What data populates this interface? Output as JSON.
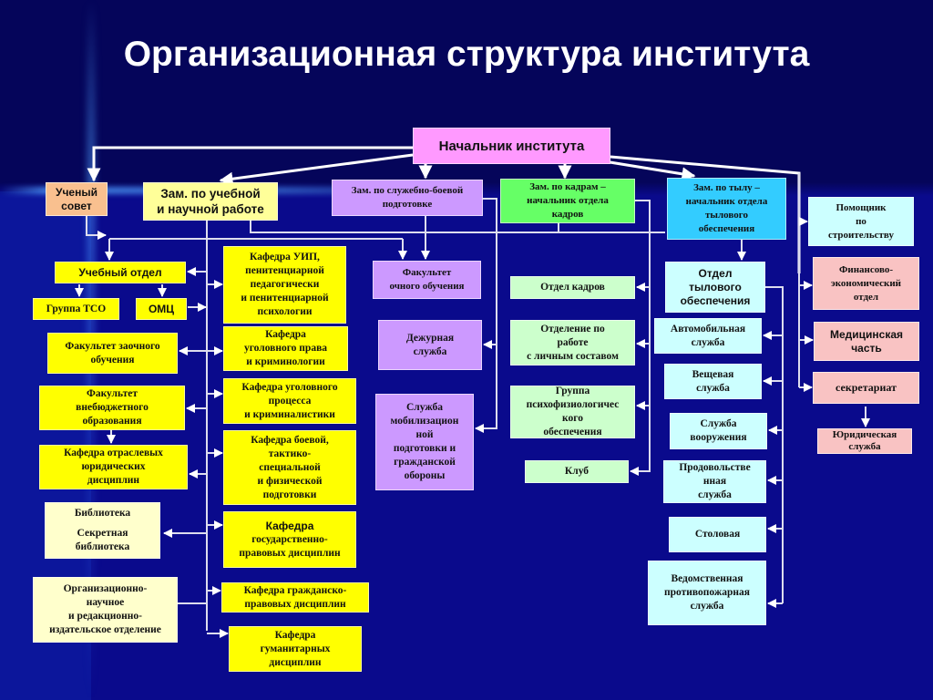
{
  "title": "Организационная структура института",
  "head": "Начальник института",
  "uchenyi_sovet": "Ученый\nсовет",
  "zam_ucheb": "Зам. по учебной\nи научной работе",
  "zam_sluzh": "Зам. по служебно-боевой\nподготовке",
  "zam_kadr": "Зам. по кадрам –\nначальник отдела\nкадров",
  "zam_tyl": "Зам. по тылу –\nначальник отдела\nтылового\nобеспечения",
  "pomoshnik": "Помощник\nпо\nстроительству",
  "fin_ekon": "Финансово-\nэкономический\nотдел",
  "med": "Медицинская\nчасть",
  "sekretariat": "секретариат",
  "yurid": "Юридическая\nслужба",
  "uchebnyi_otdel": "Учебный отдел",
  "gruppa_tso": "Группа ТСО",
  "omc": "ОМЦ",
  "fak_zaoch": "Факультет заочного\nобучения",
  "fak_vnebyudzh": "Факультет\nвнебюджетного\nобразования",
  "kaf_otrasl": "Кафедра отраслевых\nюридических\nдисциплин",
  "biblioteka": "Библиотека",
  "sekretnaya_biblioteka": "Секретная\nбиблиотека",
  "org_nauch": "Организационно-\nнаучное\nи редакционно-\nиздательское отделение",
  "kaf_uip": "Кафедра УИП,\nпенитенциарной\nпедагогически\nи пенитенциарной\nпсихологии",
  "kaf_ugol_prava": "Кафедра\nуголовного права\nи криминологии",
  "kaf_ugol_proc": "Кафедра уголовного\nпроцесса\nи криминалистики",
  "kaf_boevoi": "Кафедра боевой,\nтактико-\nспециальной\nи физической\nподготовки",
  "kaf_gos_title": "Кафедра",
  "kaf_gos": "государственно-\nправовых дисциплин",
  "kaf_grazh": "Кафедра гражданско-\nправовых  дисциплин",
  "kaf_guman": "Кафедра\nгуманитарных\nдисциплин",
  "fak_ochn": "Факультет\nочного обучения",
  "dezhurn": "Дежурная\nслужба",
  "mobil": "Служба\nмобилизацион\nной\nподготовки и\nгражданской\nобороны",
  "otdel_kadrov": "Отдел  кадров",
  "otdelenie_ls": "Отделение по\nработе\nс личным составом",
  "psihofiz": "Группа\nпсихофизиологичес\nкого\nобеспечения",
  "klub": "Клуб",
  "otdel_tyl": "Отдел\nтылового\nобеспечения",
  "avto": "Автомобильная\nслужба",
  "veshch": "Вещевая\nслужба",
  "vooruzh": "Служба\nвооружения",
  "prodov": "Продовольстве\nнная\nслужба",
  "stolovaya": "Столовая",
  "pozhar": "Ведомственная\nпротивопожарная\nслужба"
}
